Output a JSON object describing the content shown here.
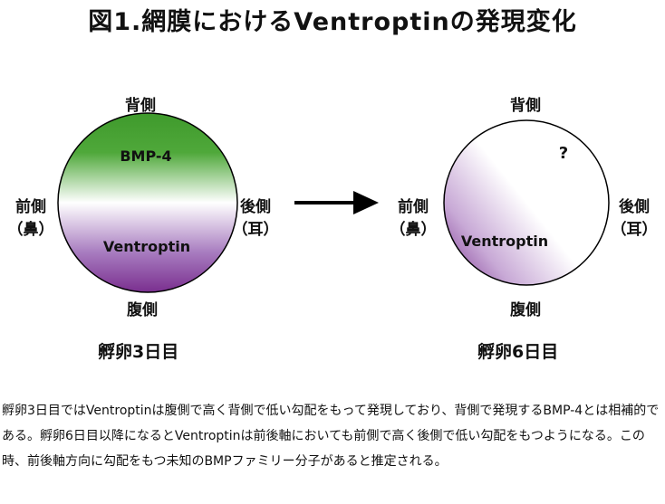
{
  "title": "図1.網膜におけるVentroptinの発現変化",
  "left_diagram": {
    "dorsal": "背側",
    "ventral": "腹側",
    "anterior": "前側",
    "anterior_sub": "（鼻）",
    "posterior": "後側",
    "posterior_sub": "（耳）",
    "top_gene": "BMP-4",
    "bottom_gene": "Ventroptin",
    "stage": "孵卵3日目"
  },
  "right_diagram": {
    "dorsal": "背側",
    "ventral": "腹側",
    "anterior": "前側",
    "anterior_sub": "（鼻）",
    "posterior": "後側",
    "posterior_sub": "（耳）",
    "unknown_mark": "?",
    "gene": "Ventroptin",
    "stage": "孵卵6日目"
  },
  "colors": {
    "green": "#3f9a2c",
    "purple": "#7a2f8f",
    "arrow": "#000000"
  },
  "caption": "孵卵3日目ではVentroptinは腹側で高く背側で低い勾配をもって発現しており、背側で発現するBMP-4とは相補的である。孵卵6日目以降になるとVentroptinは前後軸においても前側で高く後側で低い勾配をもつようになる。この時、前後軸方向に勾配をもつ未知のBMPファミリー分子があると推定される。"
}
